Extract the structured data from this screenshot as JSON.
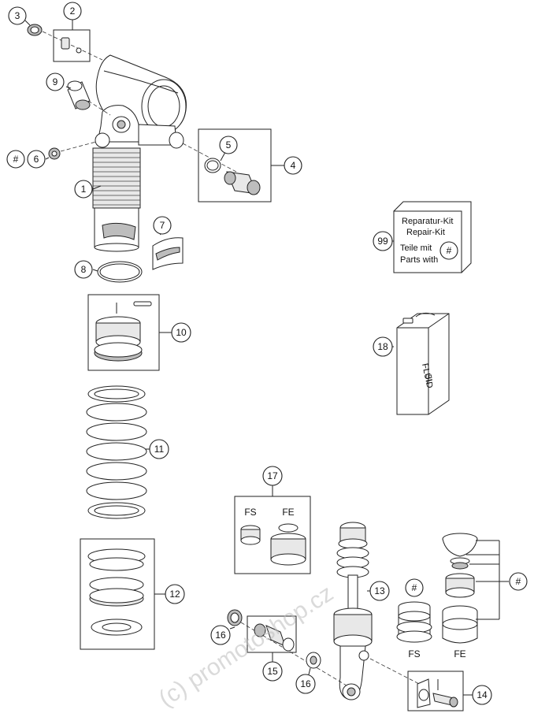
{
  "callouts": {
    "c1": "1",
    "c2": "2",
    "c3": "3",
    "c4": "4",
    "c5": "5",
    "c6": "6",
    "c7": "7",
    "c8": "8",
    "c9": "9",
    "c10": "10",
    "c11": "11",
    "c12": "12",
    "c13": "13",
    "c14": "14",
    "c15": "15",
    "c16a": "16",
    "c16b": "16",
    "c17": "17",
    "c18": "18",
    "c99": "99",
    "hash6": "#",
    "hash_fs": "#",
    "hash_fe": "#",
    "hash_kit": "#"
  },
  "repair_kit": {
    "line1": "Reparatur-Kit",
    "line2": "Repair-Kit",
    "line3": "Teile mit",
    "line4": "Parts with"
  },
  "fluid_can": {
    "line1": "FLUID",
    "line2": "5L"
  },
  "variants": {
    "fs_box": "FS",
    "fe_box": "FE",
    "fs_bottom": "FS",
    "fe_bottom": "FE"
  },
  "watermark": "(c) promotoshop.cz"
}
